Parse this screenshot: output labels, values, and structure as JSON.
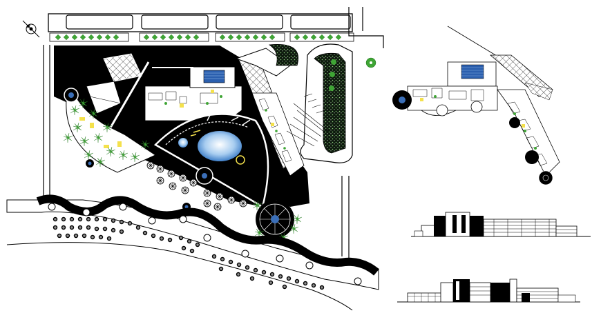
{
  "drawing": {
    "site_plan": {
      "has_north_arrow": true,
      "parking_rows": 4,
      "pool_color": "#7fb0e0"
    },
    "key_plan": {
      "pool_color": "#3b6fb8"
    },
    "elevations": [
      {
        "view": "front"
      },
      {
        "view": "side"
      }
    ]
  },
  "colors": {
    "ink": "#000000",
    "vegetation": "#3fa535",
    "accent_green": "#2e8b2e",
    "paving_gray": "#6f6f6f",
    "water": "#a8cdf0",
    "highlight_yellow": "#f4e14c"
  },
  "labels": {
    "elevation_title": ""
  }
}
